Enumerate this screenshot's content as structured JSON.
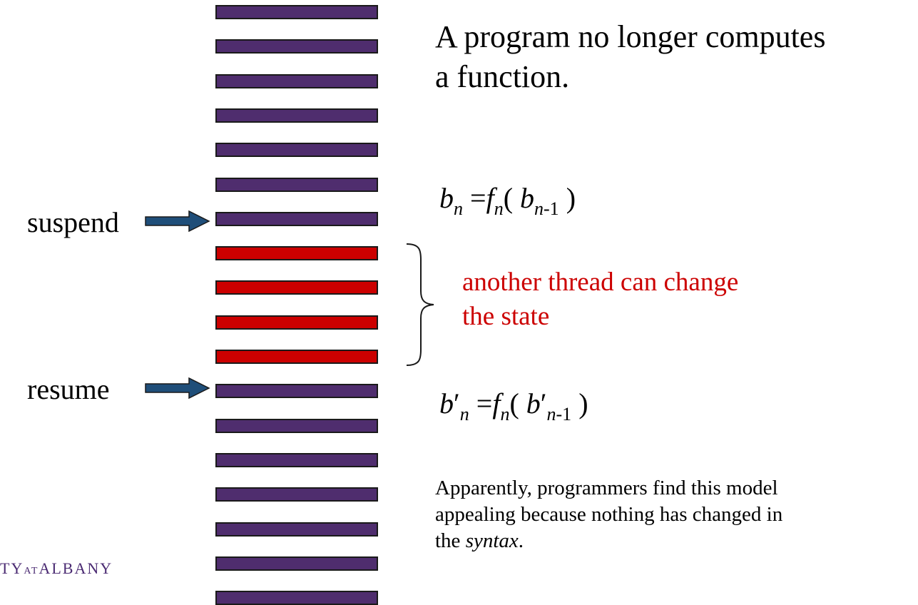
{
  "labels": {
    "suspend": "suspend",
    "resume": "resume"
  },
  "heading": {
    "line1": "A program no longer computes",
    "line2": "a function."
  },
  "annotation": {
    "line1": "another thread can change",
    "line2": "the state"
  },
  "equation1": {
    "lhs": "b",
    "lhs_sub": "n",
    "eq": "=",
    "f": "f",
    "f_sub": "n",
    "open": "(",
    "arg": "b",
    "arg_sub_var": "n",
    "arg_sub_num": "-1",
    "close": ")"
  },
  "equation2": {
    "lhs": "b",
    "prime": "′",
    "lhs_sub": "n",
    "eq": "=",
    "f": "f",
    "f_sub": "n",
    "open": "(",
    "arg": "b",
    "arg_prime": "′",
    "arg_sub_var": "n",
    "arg_sub_num": "-1",
    "close": ")"
  },
  "note": {
    "line1": "Apparently, programmers find this model",
    "line2": "appealing because nothing has changed in",
    "line3_prefix": "the ",
    "line3_em": "syntax",
    "line3_suffix": "."
  },
  "logo": {
    "part1": "TY",
    "part2": "AT",
    "part3": "ALBANY"
  },
  "bars": {
    "sequence": [
      "purple",
      "purple",
      "purple",
      "purple",
      "purple",
      "purple",
      "purple",
      "red",
      "red",
      "red",
      "red",
      "purple",
      "purple",
      "purple",
      "purple",
      "purple",
      "purple",
      "purple"
    ]
  },
  "colors": {
    "purple_bar": "#4f2d6e",
    "red_bar": "#cc0000",
    "arrow": "#1f4e79",
    "red_text": "#cc0000"
  }
}
